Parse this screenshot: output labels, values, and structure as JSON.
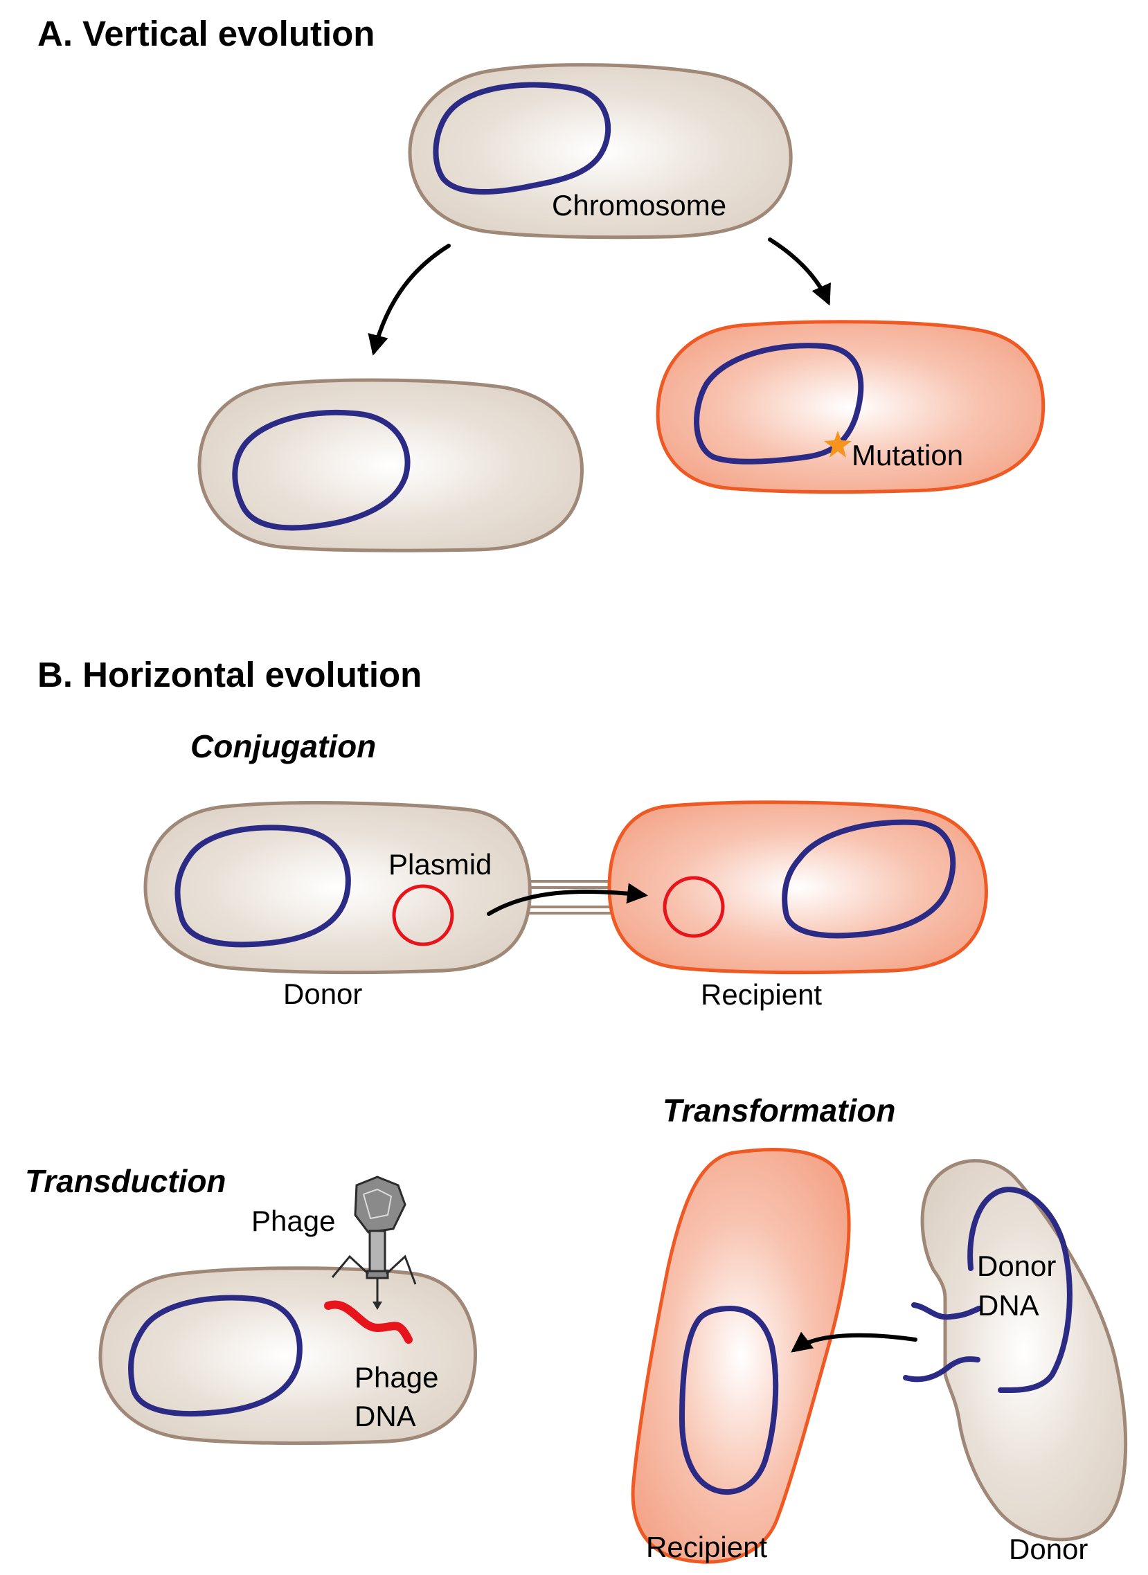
{
  "section_a": {
    "title": "A. Vertical evolution",
    "chromosome_label": "Chromosome",
    "mutation_label": "Mutation"
  },
  "section_b": {
    "title": "B. Horizontal evolution",
    "conjugation": {
      "title": "Conjugation",
      "plasmid_label": "Plasmid",
      "donor_label": "Donor",
      "recipient_label": "Recipient"
    },
    "transduction": {
      "title": "Transduction",
      "phage_label": "Phage",
      "phage_dna_line1": "Phage",
      "phage_dna_line2": "DNA"
    },
    "transformation": {
      "title": "Transformation",
      "donor_dna_line1": "Donor",
      "donor_dna_line2": "DNA",
      "recipient_label": "Recipient",
      "donor_label": "Donor"
    }
  },
  "colors": {
    "cell_fill": "#e0d6cc",
    "cell_outline": "#a08878",
    "mutant_cell_fill": "#f5ab93",
    "mutant_cell_outline": "#ef5a24",
    "chromosome": "#2b2b86",
    "plasmid": "#e8141b",
    "phage_dna": "#e8141b",
    "mutation_star": "#f7941d"
  }
}
